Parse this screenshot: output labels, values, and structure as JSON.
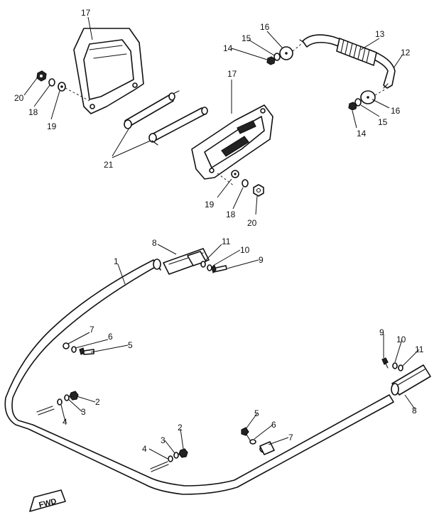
{
  "callouts": {
    "c17a": "17",
    "c17b": "17",
    "c20a": "20",
    "c18a": "18",
    "c19a": "19",
    "c21": "21",
    "c16a": "16",
    "c15a": "15",
    "c14a": "14",
    "c13": "13",
    "c12": "12",
    "c16b": "16",
    "c15b": "15",
    "c14b": "14",
    "c19b": "19",
    "c18b": "18",
    "c20b": "20",
    "c8a": "8",
    "c11a": "11",
    "c10a": "10",
    "c9a": "9",
    "c1": "1",
    "c7a": "7",
    "c6a": "6",
    "c5a": "5",
    "c2a": "2",
    "c3a": "3",
    "c4a": "4",
    "c9b": "9",
    "c10b": "10",
    "c11b": "11",
    "c8b": "8",
    "c2b": "2",
    "c3b": "3",
    "c4b": "4",
    "c5b": "5",
    "c6b": "6",
    "c7b": "7"
  },
  "fwd_label": "FWD"
}
